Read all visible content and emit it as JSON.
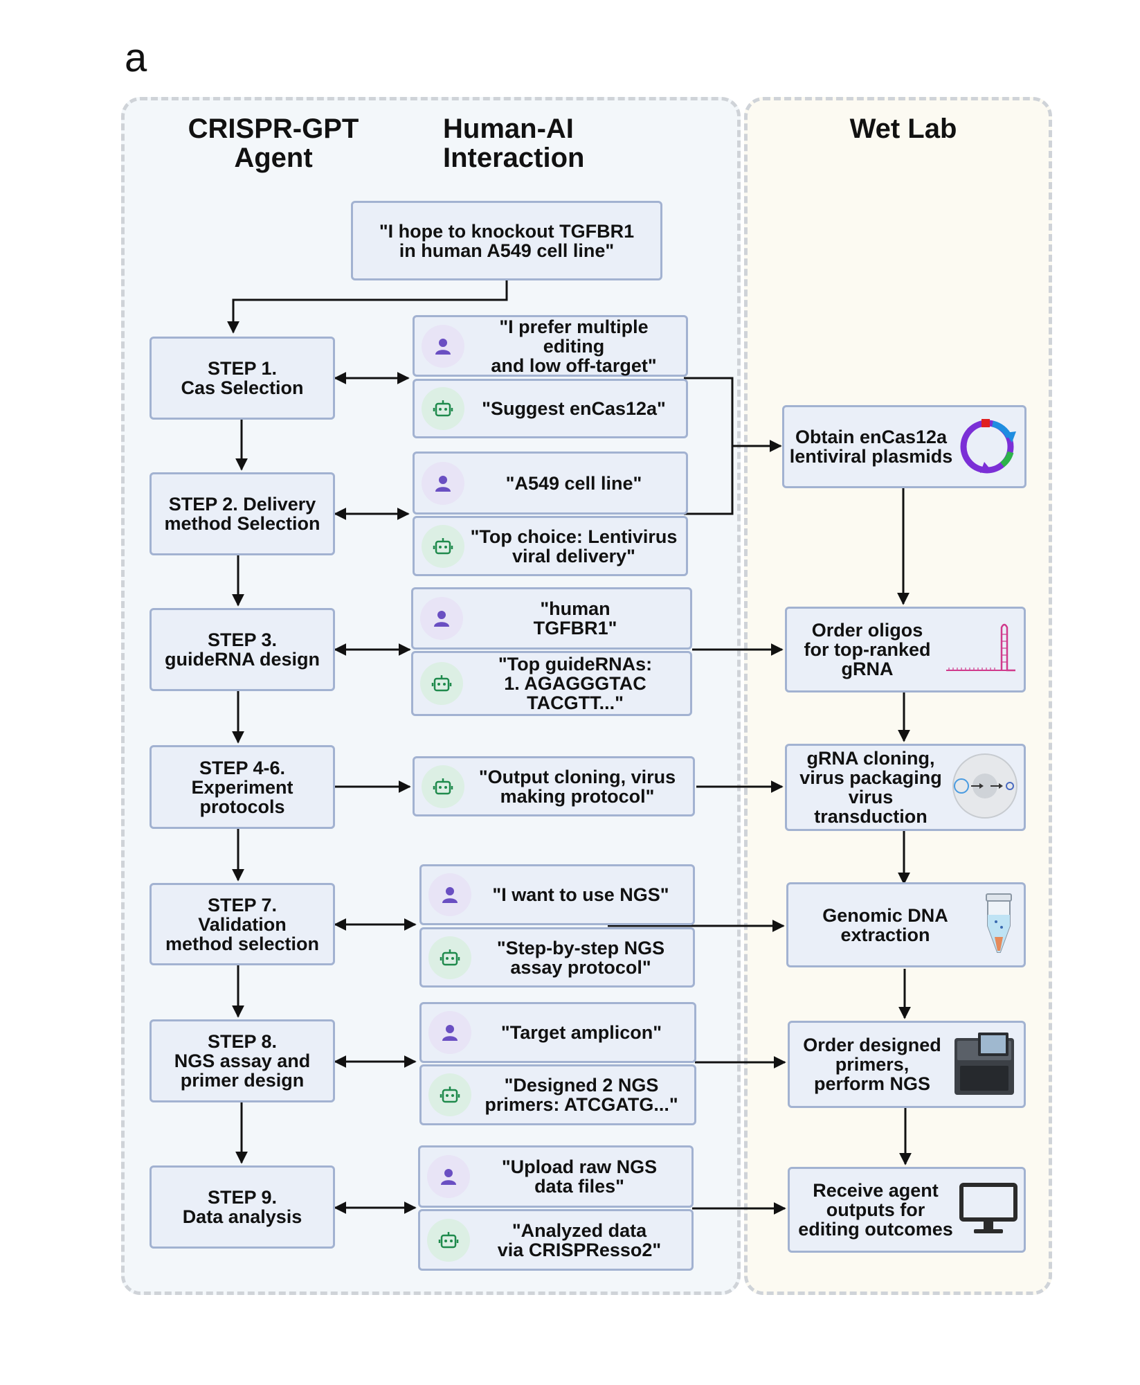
{
  "panel_label": "a",
  "headers": {
    "agent": "CRISPR-GPT\nAgent",
    "interaction": "Human-AI\nInteraction",
    "wetlab": "Wet Lab"
  },
  "prompt": "\"I hope to knockout TGFBR1\nin human A549 cell line\"",
  "steps": [
    "STEP 1.\nCas Selection",
    "STEP 2. Delivery\nmethod Selection",
    "STEP 3.\nguideRNA design",
    "STEP 4-6.\nExperiment\nprotocols",
    "STEP 7.\nValidation\nmethod selection",
    "STEP 8.\nNGS assay and\nprimer design",
    "STEP 9.\nData analysis"
  ],
  "chat": [
    {
      "role": "user",
      "icon": "user-icon",
      "text": "\"I prefer multiple editing\nand low off-target\""
    },
    {
      "role": "bot",
      "icon": "robot-icon",
      "text": "\"Suggest enCas12a\""
    },
    {
      "role": "user",
      "icon": "user-icon",
      "text": "\"A549 cell line\""
    },
    {
      "role": "bot",
      "icon": "robot-icon",
      "text": "\"Top choice: Lentivirus\nviral delivery\""
    },
    {
      "role": "user",
      "icon": "user-icon",
      "text": "\"human\nTGFBR1\""
    },
    {
      "role": "bot",
      "icon": "robot-icon",
      "text": "\"Top guideRNAs:\n1. AGAGGGTAC\nTACGTT...\""
    },
    {
      "role": "bot",
      "icon": "robot-icon",
      "text": "\"Output cloning, virus\nmaking protocol\""
    },
    {
      "role": "user",
      "icon": "user-icon",
      "text": "\"I want to use NGS\""
    },
    {
      "role": "bot",
      "icon": "robot-icon",
      "text": "\"Step-by-step NGS\nassay protocol\""
    },
    {
      "role": "user",
      "icon": "user-icon",
      "text": "\"Target amplicon\""
    },
    {
      "role": "bot",
      "icon": "robot-icon",
      "text": "\"Designed 2 NGS\nprimers: ATCGATG...\""
    },
    {
      "role": "user",
      "icon": "user-icon",
      "text": "\"Upload raw NGS\ndata files\""
    },
    {
      "role": "bot",
      "icon": "robot-icon",
      "text": "\"Analyzed data\nvia CRISPResso2\""
    }
  ],
  "wetlab": [
    {
      "text": "Obtain enCas12a\nlentiviral plasmids",
      "icon": "plasmid-icon"
    },
    {
      "text": "Order oligos\nfor top-ranked\ngRNA",
      "icon": "grna-hairpin-icon"
    },
    {
      "text": "gRNA cloning,\nvirus packaging\nvirus transduction",
      "icon": "virus-dish-icon"
    },
    {
      "text": "Genomic DNA\nextraction",
      "icon": "tube-icon"
    },
    {
      "text": "Order designed\nprimers,\nperform NGS",
      "icon": "sequencer-icon"
    },
    {
      "text": "Receive agent\noutputs for\nediting outcomes",
      "icon": "monitor-icon"
    }
  ],
  "colors": {
    "box_fill": "#eaeff8",
    "box_border": "#a2b2d1",
    "left_bg": "#f3f7fa",
    "right_bg": "#fcfaf2",
    "user_icon": "#6a4fc2",
    "bot_icon": "#1f8a4c"
  }
}
